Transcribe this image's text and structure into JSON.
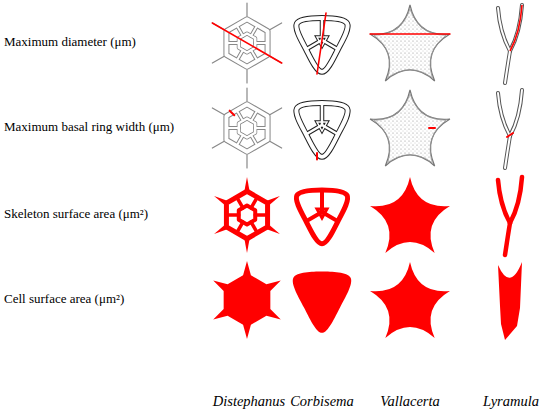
{
  "diagram": {
    "labels": [
      "Maximum diameter (μm)",
      "Maximum basal ring width (μm)",
      "Skeleton surface area (μm²)",
      "Cell surface area (μm²)",
      "Distephanus",
      "Corbisema",
      "Vallacerta",
      "Lyramula"
    ]
  }
}
